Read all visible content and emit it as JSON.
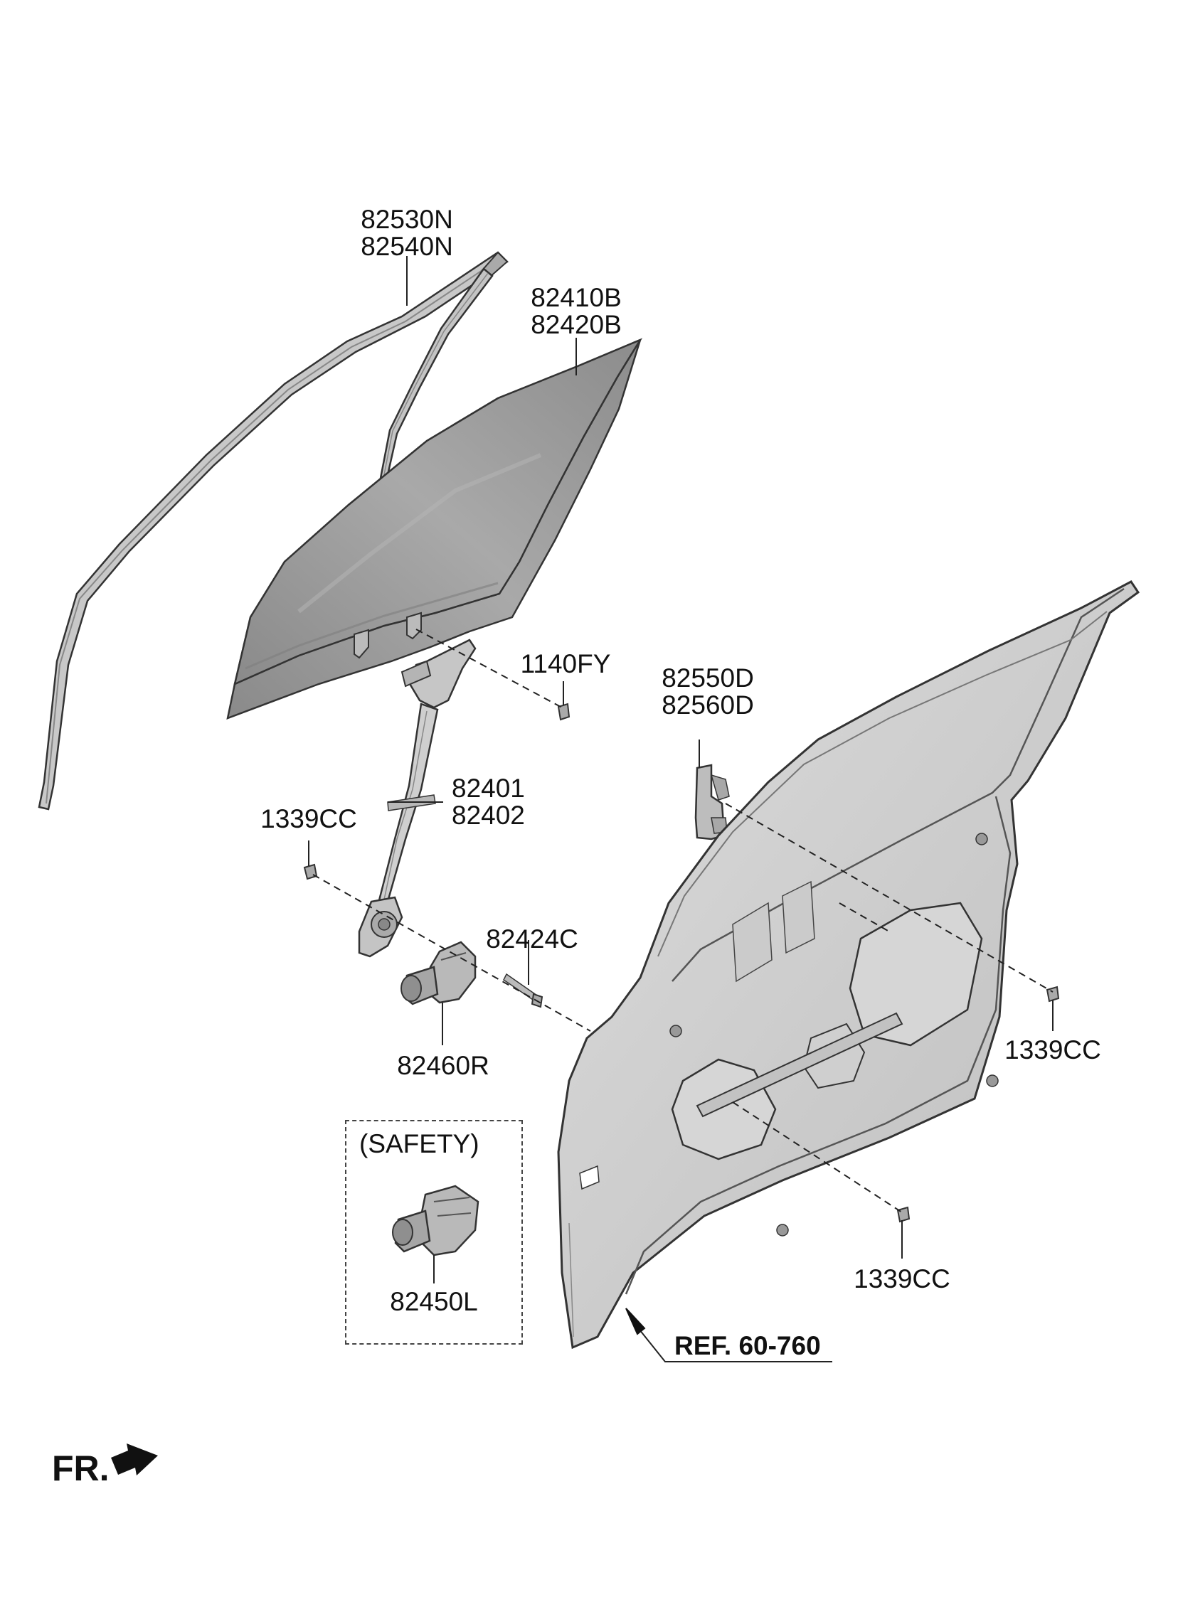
{
  "labels": {
    "moulding": [
      "82530N",
      "82540N"
    ],
    "glass": [
      "82410B",
      "82420B"
    ],
    "bolt_glass": "1140FY",
    "channel": [
      "82550D",
      "82560D"
    ],
    "regulator": [
      "82401",
      "82402"
    ],
    "screw_left": "1339CC",
    "bolt_motor": "82424C",
    "motor": "82460R",
    "safety_title": "(SAFETY)",
    "safety_motor": "82450L",
    "screw_right": "1339CC",
    "screw_bottom": "1339CC",
    "ref": "REF. 60-760",
    "front": "FR."
  },
  "colors": {
    "part_fill": "#c9c9c9",
    "part_dark": "#8f8f8f",
    "glass_fill": "#9a9a9a",
    "line": "#222222"
  }
}
